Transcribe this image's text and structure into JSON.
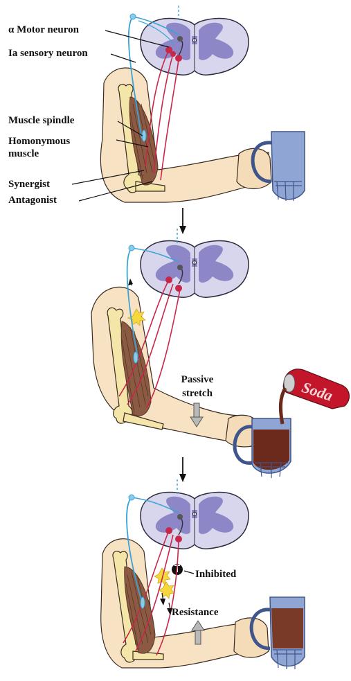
{
  "labels": {
    "alpha_motor_neuron": "α Motor neuron",
    "ia_sensory_neuron": "Ia sensory neuron",
    "muscle_spindle": "Muscle spindle",
    "homonymous_line1": "Homonymous",
    "homonymous_line2": "muscle",
    "synergist": "Synergist",
    "antagonist": "Antagonist",
    "passive_line1": "Passive",
    "passive_line2": "stretch",
    "soda": "Soda",
    "inhibited": "Inhibited",
    "resistance": "Resistance"
  },
  "colors": {
    "skin": "#f7e3c3",
    "skin_shadow": "#e9c99f",
    "bone": "#f3e6a8",
    "muscle": "#8a5a43",
    "muscle_line": "#5a3526",
    "spinal_white": "#d8d6ec",
    "spinal_gray": "#8d86c7",
    "sensory_neuron": "#3aa3d8",
    "motor_neuron": "#c8274a",
    "interneuron": "#333333",
    "mug_glass": "#8fa6d4",
    "mug_dark": "#40558c",
    "soda_liquid": "#6b2a1c",
    "can_red": "#c4162a",
    "arrow_gray": "#b9b9b9",
    "star_yellow": "#f5d93c"
  }
}
